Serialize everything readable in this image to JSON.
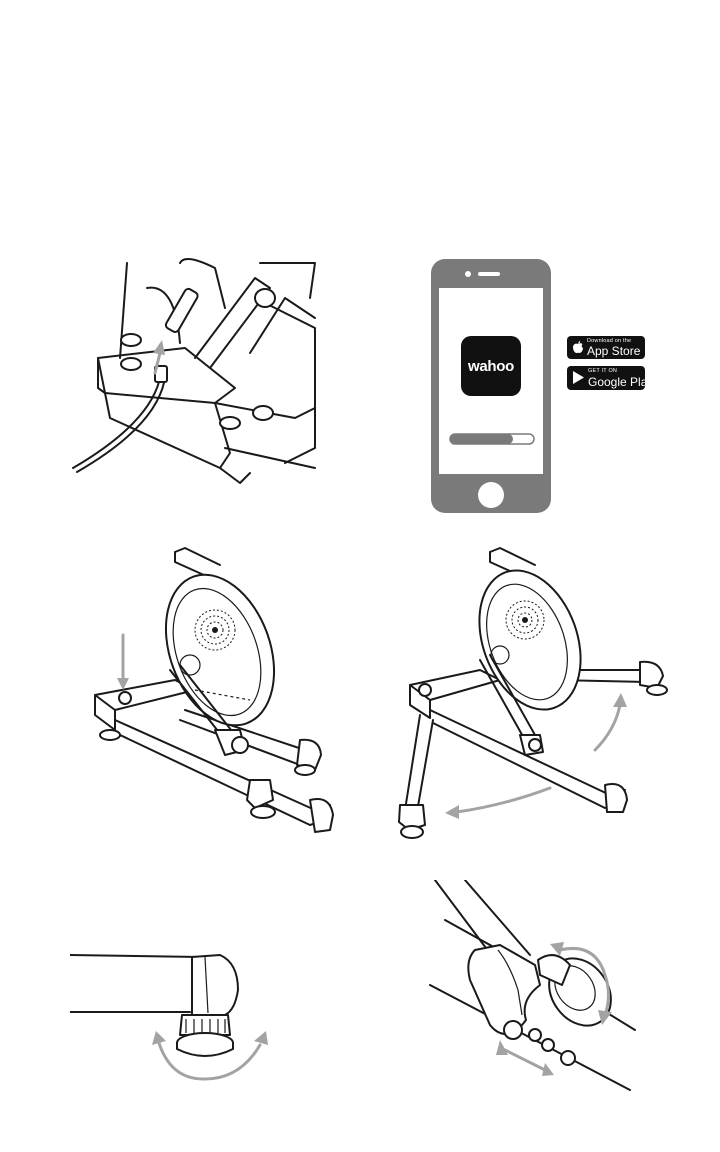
{
  "app_icon": {
    "label": "wahoo"
  },
  "store_badges": {
    "app_store": {
      "top_text": "Download on the",
      "main_text": "App Store",
      "icon": "apple-icon"
    },
    "google_play": {
      "top_text": "GET IT ON",
      "main_text": "Google Play",
      "icon": "play-triangle-icon"
    }
  },
  "phone": {
    "progress": 0.75
  },
  "colors": {
    "phone_body": "#7a7a7a",
    "screen": "#ffffff",
    "progress_fill": "#7a7a7a",
    "arrow": "#a3a3a3",
    "badge": "#111111"
  }
}
